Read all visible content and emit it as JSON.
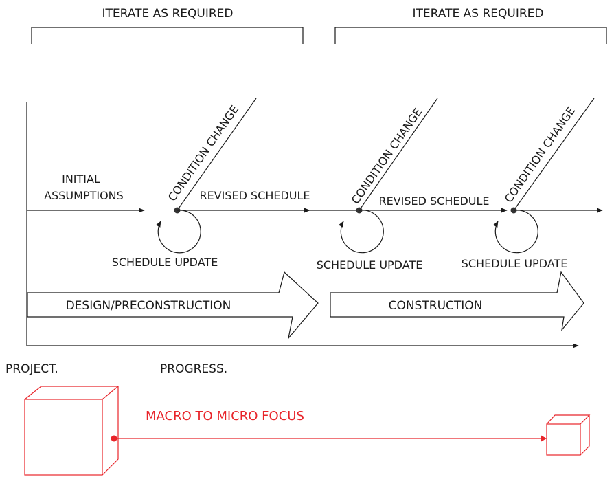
{
  "brackets": [
    {
      "label": "ITERATE AS REQUIRED"
    },
    {
      "label": "ITERATE AS REQUIRED"
    }
  ],
  "timeline": {
    "initial_label_line1": "INITIAL",
    "initial_label_line2": "ASSUMPTIONS",
    "condition_changes": [
      "CONDITION CHANGE",
      "CONDITION CHANGE",
      "CONDITION CHANGE"
    ],
    "revised_schedules": [
      "REVISED SCHEDULE",
      "REVISED SCHEDULE"
    ],
    "schedule_updates": [
      "SCHEDULE UPDATE",
      "SCHEDULE UPDATE",
      "SCHEDULE UPDATE"
    ]
  },
  "phases": [
    {
      "label": "DESIGN/PRECONSTRUCTION"
    },
    {
      "label": "CONSTRUCTION"
    }
  ],
  "axes": {
    "y_label": "PROJECT.",
    "x_label": "PROGRESS."
  },
  "focus": {
    "label": "MACRO TO MICRO FOCUS",
    "color": "#e8242a"
  },
  "colors": {
    "line": "#1a1a1a",
    "accent": "#e8242a",
    "background": "#ffffff"
  }
}
